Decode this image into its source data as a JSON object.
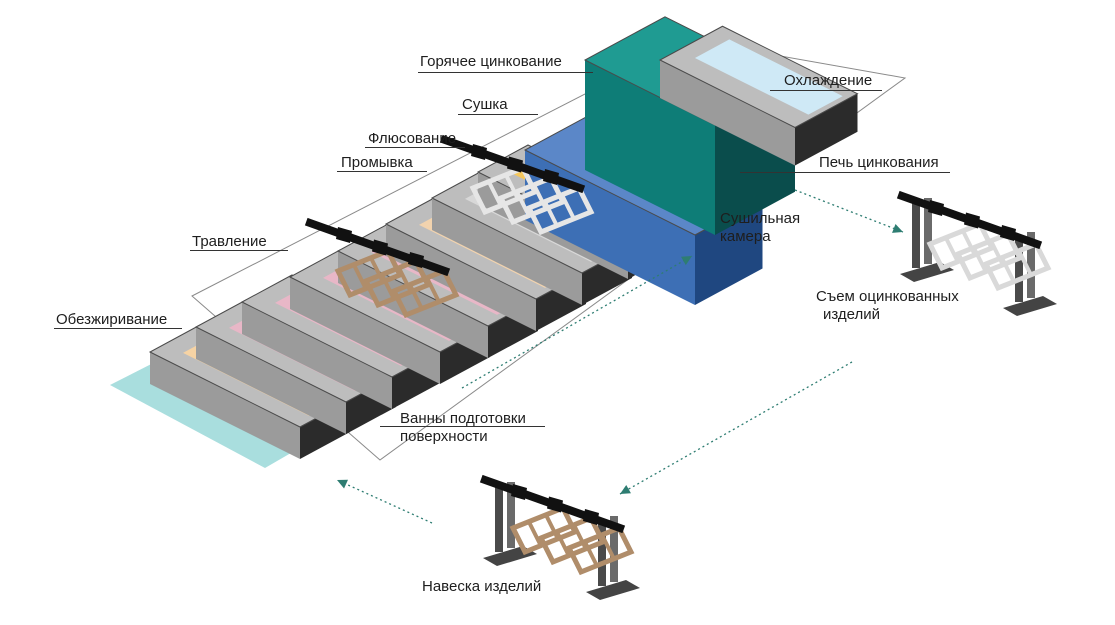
{
  "labels": {
    "hot_dip": "Горячее цинкование",
    "cooling": "Охлаждение",
    "drying": "Сушка",
    "fluxing": "Флюсование",
    "rinsing": "Промывка",
    "pickling": "Травление",
    "degreasing": "Обезжиривание",
    "furnace": "Печь цинкования",
    "dryer_line1": "Сушильная",
    "dryer_line2": "камера",
    "unload_line1": "Съем оцинкованных",
    "unload_line2": "изделий",
    "baths_line1": "Ванны подготовки",
    "baths_line2": "поверхности",
    "loading": "Навеска изделий"
  },
  "colors": {
    "platform": "#a9dede",
    "tank_front": "#9b9b9b",
    "tank_end": "#2b2b2b",
    "tank_rim": "#bdbdbd",
    "liquid_degreasing": "#f6d3a4",
    "liquid_pickling": "#e8b7c7",
    "liquid_rinsing": "#f2d3ae",
    "liquid_fluxing": "#f5c75c",
    "dryer_top": "#5b87c8",
    "dryer_front": "#3d6fb5",
    "dryer_end": "#1f4780",
    "furnace_top": "#1f9b92",
    "furnace_front": "#0e7d77",
    "furnace_end": "#0a4d4c",
    "cooling_liquid": "#cfe9f6",
    "rack_dirty": "#b08d6a",
    "rack_clean": "#e6e6e6",
    "arrow": "#2e7d72"
  },
  "icons": [
    "conveyor-beam-icon",
    "rack-stand-icon",
    "flow-arrow-icon"
  ]
}
